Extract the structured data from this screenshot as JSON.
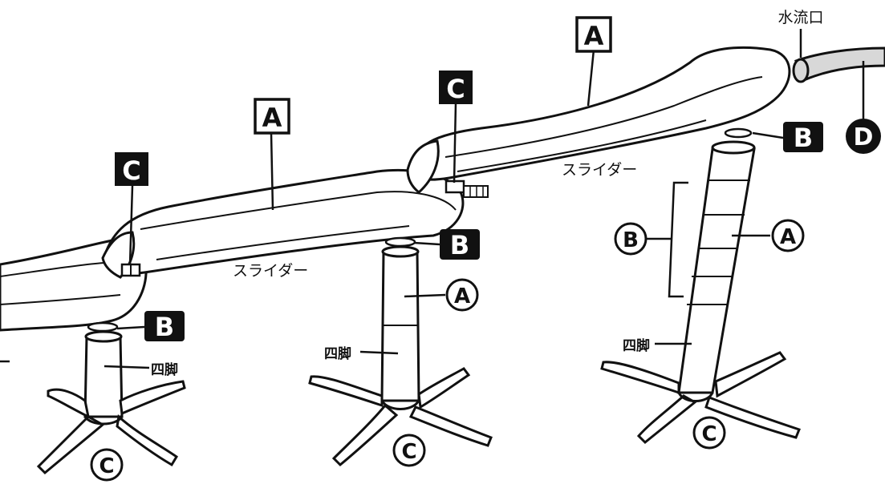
{
  "labels": {
    "water_inlet": "水流口",
    "slider": "スライダー",
    "four_legs": "四脚"
  },
  "markers": {
    "A_box": "A",
    "B_box": "B",
    "C_box": "C",
    "D_circle": "D",
    "A_circle": "A",
    "B_circle": "B",
    "C_circle": "C"
  },
  "colors": {
    "line": "#111111",
    "fill": "#ffffff",
    "hose": "#d8d8d8"
  }
}
